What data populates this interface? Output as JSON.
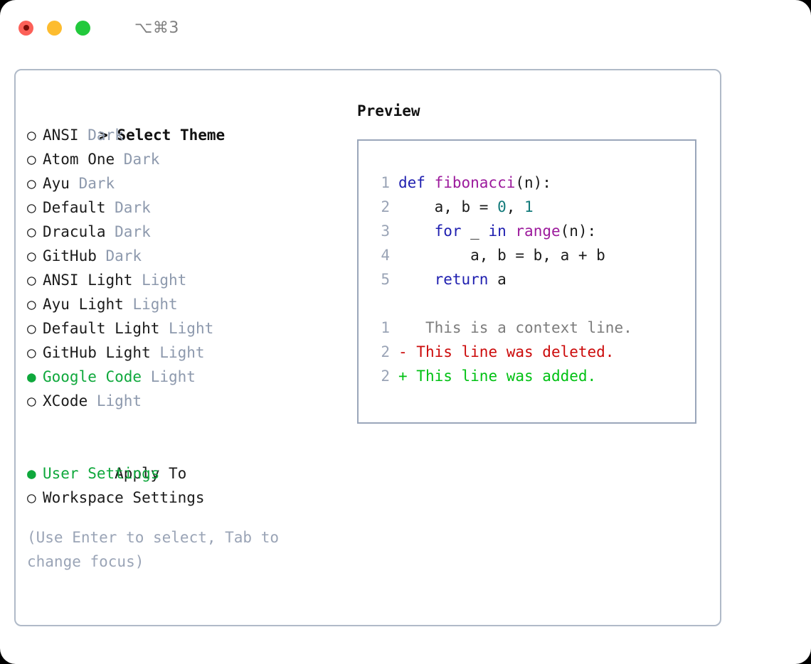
{
  "titlebar": {
    "shortcut": "⌥⌘3",
    "buttons": {
      "close": "close",
      "minimize": "minimize",
      "maximize": "maximize"
    }
  },
  "theme_picker": {
    "heading": "Select Theme",
    "caret": ">",
    "bullet_empty": "○",
    "bullet_filled": "●",
    "items": [
      {
        "label": "ANSI",
        "tag": "Dark",
        "selected": false
      },
      {
        "label": "Atom One",
        "tag": "Dark",
        "selected": false
      },
      {
        "label": "Ayu",
        "tag": "Dark",
        "selected": false
      },
      {
        "label": "Default",
        "tag": "Dark",
        "selected": false
      },
      {
        "label": "Dracula",
        "tag": "Dark",
        "selected": false
      },
      {
        "label": "GitHub",
        "tag": "Dark",
        "selected": false
      },
      {
        "label": "ANSI Light",
        "tag": "Light",
        "selected": false
      },
      {
        "label": "Ayu Light",
        "tag": "Light",
        "selected": false
      },
      {
        "label": "Default Light",
        "tag": "Light",
        "selected": false
      },
      {
        "label": "GitHub Light",
        "tag": "Light",
        "selected": false
      },
      {
        "label": "Google Code",
        "tag": "Light",
        "selected": true
      },
      {
        "label": "XCode",
        "tag": "Light",
        "selected": false
      }
    ]
  },
  "apply_to": {
    "heading": "Apply To",
    "items": [
      {
        "label": "User Settings",
        "selected": true
      },
      {
        "label": "Workspace Settings",
        "selected": false
      }
    ]
  },
  "hint": "(Use Enter to select, Tab to change focus)",
  "preview": {
    "title": "Preview",
    "code_lines": [
      {
        "num": "1",
        "tokens": [
          {
            "t": "def ",
            "c": "kw"
          },
          {
            "t": "fibonacci",
            "c": "fn"
          },
          {
            "t": "(n):",
            "c": "plain"
          }
        ]
      },
      {
        "num": "2",
        "tokens": [
          {
            "t": "    a, b = ",
            "c": "plain"
          },
          {
            "t": "0",
            "c": "num"
          },
          {
            "t": ", ",
            "c": "plain"
          },
          {
            "t": "1",
            "c": "num"
          }
        ]
      },
      {
        "num": "3",
        "tokens": [
          {
            "t": "    ",
            "c": "plain"
          },
          {
            "t": "for",
            "c": "kw"
          },
          {
            "t": " _ ",
            "c": "plain"
          },
          {
            "t": "in",
            "c": "kw"
          },
          {
            "t": " ",
            "c": "plain"
          },
          {
            "t": "range",
            "c": "fn"
          },
          {
            "t": "(n):",
            "c": "plain"
          }
        ]
      },
      {
        "num": "4",
        "tokens": [
          {
            "t": "        a, b = b, a + b",
            "c": "plain"
          }
        ]
      },
      {
        "num": "5",
        "tokens": [
          {
            "t": "    ",
            "c": "plain"
          },
          {
            "t": "return",
            "c": "kw"
          },
          {
            "t": " a",
            "c": "plain"
          }
        ]
      }
    ],
    "diff_lines": [
      {
        "num": "1",
        "marker": " ",
        "text": "  This is a context line.",
        "kind": "ctx"
      },
      {
        "num": "2",
        "marker": "-",
        "text": " This line was deleted.",
        "kind": "del"
      },
      {
        "num": "2",
        "marker": "+",
        "text": " This line was added.",
        "kind": "add"
      }
    ]
  },
  "colors": {
    "accent_green": "#0fa83c",
    "tag_grey": "#8d99ad",
    "hint_grey": "#9aa4b6",
    "border": "#b0bac8",
    "keyword_blue": "#2020b0",
    "function_purple": "#9c1a9c",
    "number_teal": "#127a7a",
    "diff_deleted": "#cc0b0b",
    "diff_added": "#00c113",
    "diff_context": "#7c7c7c"
  }
}
